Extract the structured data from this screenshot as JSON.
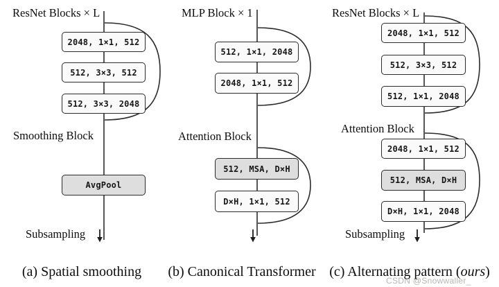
{
  "figure": {
    "col_a": {
      "top_label": "ResNet Blocks × L",
      "boxes_top": [
        "2048, 1×1, 512",
        "512, 3×3, 512",
        "512, 3×3, 2048"
      ],
      "mid_label": "Smoothing Block",
      "pool_box": "AvgPool",
      "bottom_label": "Subsampling",
      "caption": "(a) Spatial smoothing"
    },
    "col_b": {
      "top_label": "MLP Block × 1",
      "boxes_top": [
        "512, 1×1, 2048",
        "2048, 1×1, 512"
      ],
      "mid_label": "Attention Block",
      "boxes_bottom": [
        "512, MSA, D×H",
        "D×H, 1×1, 512"
      ],
      "caption": "(b) Canonical Transformer"
    },
    "col_c": {
      "top_label": "ResNet Blocks × L",
      "boxes_top": [
        "2048, 1×1, 512",
        "512, 3×3, 512",
        "512, 1×1, 2048"
      ],
      "mid_label": "Attention Block",
      "boxes_bottom": [
        "2048, 1×1, 512",
        "512, MSA, D×H",
        "D×H, 1×1, 2048"
      ],
      "bottom_label": "Subsampling",
      "caption_prefix": "(c) Alternating pattern (",
      "caption_emph": "ours",
      "caption_suffix": ")"
    }
  },
  "watermark": "CSDN @Snowwaller_",
  "colors": {
    "stroke": "#2b2b2b",
    "box_fill": "#fafafa",
    "box_fill_gray": "#dedede",
    "text": "#0d0d0d",
    "watermark": "#b9b7b5"
  }
}
